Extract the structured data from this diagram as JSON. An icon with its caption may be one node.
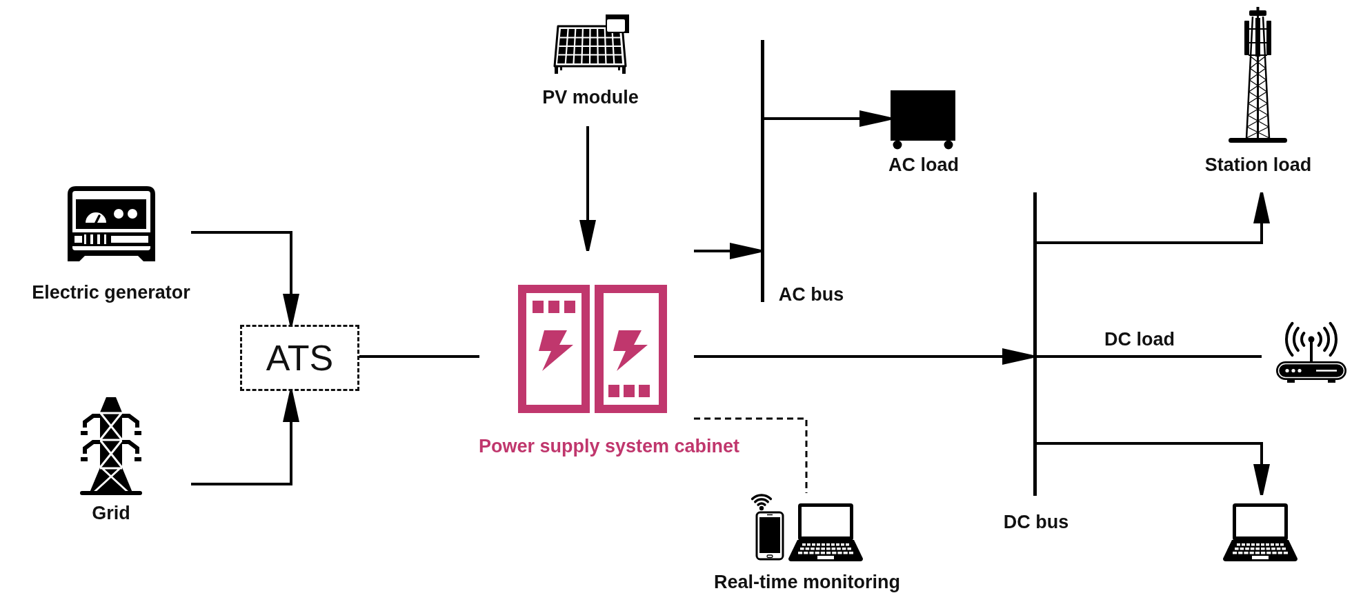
{
  "diagram": {
    "nodes": [
      {
        "text": [],
        "shape": "picture",
        "beside": [
          "Electric generator"
        ]
      },
      {
        "text": [],
        "shape": "picture",
        "beside": [
          "Grid"
        ]
      },
      {
        "text": [
          "ATS"
        ]
      },
      {
        "text": [],
        "shape": "picture",
        "beside": [
          "PV module"
        ]
      },
      {
        "text": [],
        "shape": "picture",
        "beside": [
          "Power supply system cabinet"
        ]
      },
      {
        "text": [],
        "shape": "bar",
        "beside": [
          "AC bus"
        ]
      },
      {
        "text": [],
        "shape": "box",
        "beside": [
          "AC load"
        ]
      },
      {
        "text": [],
        "shape": "picture",
        "beside": [
          "Real-time monitoring"
        ]
      },
      {
        "text": [],
        "shape": "bar",
        "beside": [
          "DC bus"
        ]
      },
      {
        "text": [],
        "shape": "picture",
        "beside": [
          "Station load"
        ]
      },
      {
        "text": [],
        "shape": "picture"
      },
      {
        "text": [],
        "shape": "picture"
      }
    ],
    "edges": [
      {
        "from": 0,
        "to": 2,
        "arrow": "to"
      },
      {
        "from": 1,
        "to": 2,
        "arrow": "to"
      },
      {
        "from": 2,
        "to": 4,
        "arrow": "none"
      },
      {
        "from": 3,
        "to": 4,
        "arrow": "to"
      },
      {
        "from": 4,
        "to": 5,
        "arrow": "to"
      },
      {
        "from": 5,
        "to": 6,
        "arrow": "to"
      },
      {
        "from": 4,
        "to": 8,
        "arrow": "to"
      },
      {
        "from": 4,
        "to": 7,
        "arrow": "none",
        "style": "dashed"
      },
      {
        "from": 8,
        "to": 9,
        "arrow": "to"
      },
      {
        "from": 8,
        "to": 10,
        "arrow": "none",
        "label": "DC load"
      },
      {
        "from": 8,
        "to": 11,
        "arrow": "to"
      }
    ]
  }
}
